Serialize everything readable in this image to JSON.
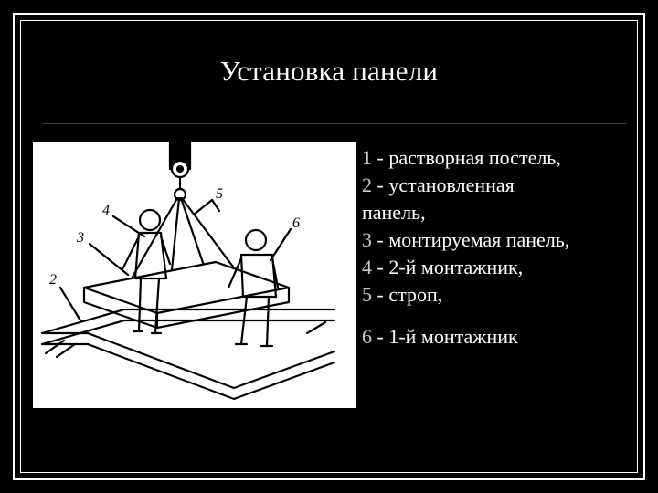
{
  "slide": {
    "title": "Установка панели"
  },
  "legend": {
    "lines": [
      {
        "num": "1",
        "text": " - растворная постель,"
      },
      {
        "num": "2",
        "text": " - установленная"
      },
      {
        "num": "",
        "text": "панель,"
      },
      {
        "num": "3",
        "text": " - монтируемая панель,"
      },
      {
        "num": "4",
        "text": " - 2-й монтажник,"
      },
      {
        "num": "5",
        "text": " - строп,"
      },
      {
        "num": "6",
        "text": " - 1-й монтажник"
      }
    ]
  },
  "figure": {
    "labels": [
      "2",
      "3",
      "4",
      "5",
      "6"
    ]
  },
  "colors": {
    "background": "#000000",
    "text": "#ffffff",
    "rule": "#8a1b12"
  }
}
